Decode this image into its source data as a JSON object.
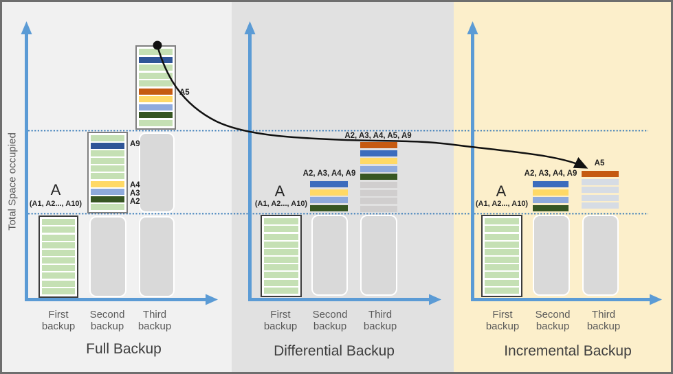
{
  "y_axis_label": "Total Space occupied",
  "colors": {
    "axis_blue": "#5b9bd5",
    "dotted_line_blue": "#2e75b6",
    "connector_black": "#111111",
    "panel_full_bg": "#f1f1f1",
    "panel_differential_bg": "#e1e1e1",
    "panel_incremental_bg": "#fcefcb",
    "gray_block": "#d9d9d9"
  },
  "stripe_colors": {
    "lightgreen": "#c5e0b4",
    "darkblue": "#2f5597",
    "blue": "#3c6cbd",
    "orange": "#c55a11",
    "yellow": "#ffd966",
    "lightblue": "#8faadc",
    "darkgreen": "#375623",
    "gray": "#d0cece",
    "paleblue": "#d6dce4"
  },
  "panels": [
    {
      "title": "Full Backup",
      "columns": [
        {
          "line1": "First",
          "line2": "backup"
        },
        {
          "line1": "Second",
          "line2": "backup"
        },
        {
          "line1": "Third",
          "line2": "backup"
        }
      ],
      "first_bar": {
        "label": "A",
        "sublabel": "(A1, A2..., A10)"
      },
      "bars": {
        "first": [
          "lightgreen",
          "lightgreen",
          "lightgreen",
          "lightgreen",
          "lightgreen",
          "lightgreen",
          "lightgreen",
          "lightgreen",
          "lightgreen",
          "lightgreen"
        ],
        "second": [
          "lightgreen",
          "darkblue",
          "lightgreen",
          "lightgreen",
          "lightgreen",
          "lightgreen",
          "yellow",
          "lightblue",
          "darkgreen",
          "lightgreen"
        ],
        "third": [
          "lightgreen",
          "darkblue",
          "lightgreen",
          "lightgreen",
          "lightgreen",
          "orange",
          "yellow",
          "lightblue",
          "darkgreen",
          "lightgreen"
        ]
      },
      "annotations": [
        {
          "text": "A9"
        },
        {
          "text": "A4"
        },
        {
          "text": "A3"
        },
        {
          "text": "A2"
        },
        {
          "text": "A5"
        }
      ]
    },
    {
      "title": "Differential Backup",
      "columns": [
        {
          "line1": "First",
          "line2": "backup"
        },
        {
          "line1": "Second",
          "line2": "backup"
        },
        {
          "line1": "Third",
          "line2": "backup"
        }
      ],
      "first_bar": {
        "label": "A",
        "sublabel": "(A1, A2..., A10)"
      },
      "bars": {
        "first": [
          "lightgreen",
          "lightgreen",
          "lightgreen",
          "lightgreen",
          "lightgreen",
          "lightgreen",
          "lightgreen",
          "lightgreen",
          "lightgreen",
          "lightgreen"
        ],
        "second": [
          "blue",
          "yellow",
          "lightblue",
          "darkgreen"
        ],
        "third": [
          "orange",
          "blue",
          "yellow",
          "lightblue",
          "darkgreen",
          "gray",
          "gray",
          "gray",
          "gray"
        ]
      },
      "annotations": [
        {
          "text": "A2, A3, A4, A9"
        },
        {
          "text": "A2, A3, A4, A5, A9"
        }
      ]
    },
    {
      "title": "Incremental Backup",
      "columns": [
        {
          "line1": "First",
          "line2": "backup"
        },
        {
          "line1": "Second",
          "line2": "backup"
        },
        {
          "line1": "Third",
          "line2": "backup"
        }
      ],
      "first_bar": {
        "label": "A",
        "sublabel": "(A1, A2..., A10)"
      },
      "bars": {
        "first": [
          "lightgreen",
          "lightgreen",
          "lightgreen",
          "lightgreen",
          "lightgreen",
          "lightgreen",
          "lightgreen",
          "lightgreen",
          "lightgreen",
          "lightgreen"
        ],
        "second": [
          "blue",
          "yellow",
          "lightblue",
          "darkgreen"
        ],
        "third": [
          "orange",
          "paleblue",
          "paleblue",
          "paleblue",
          "paleblue"
        ]
      },
      "annotations": [
        {
          "text": "A2, A3, A4, A9"
        },
        {
          "text": "A5"
        }
      ]
    }
  ]
}
